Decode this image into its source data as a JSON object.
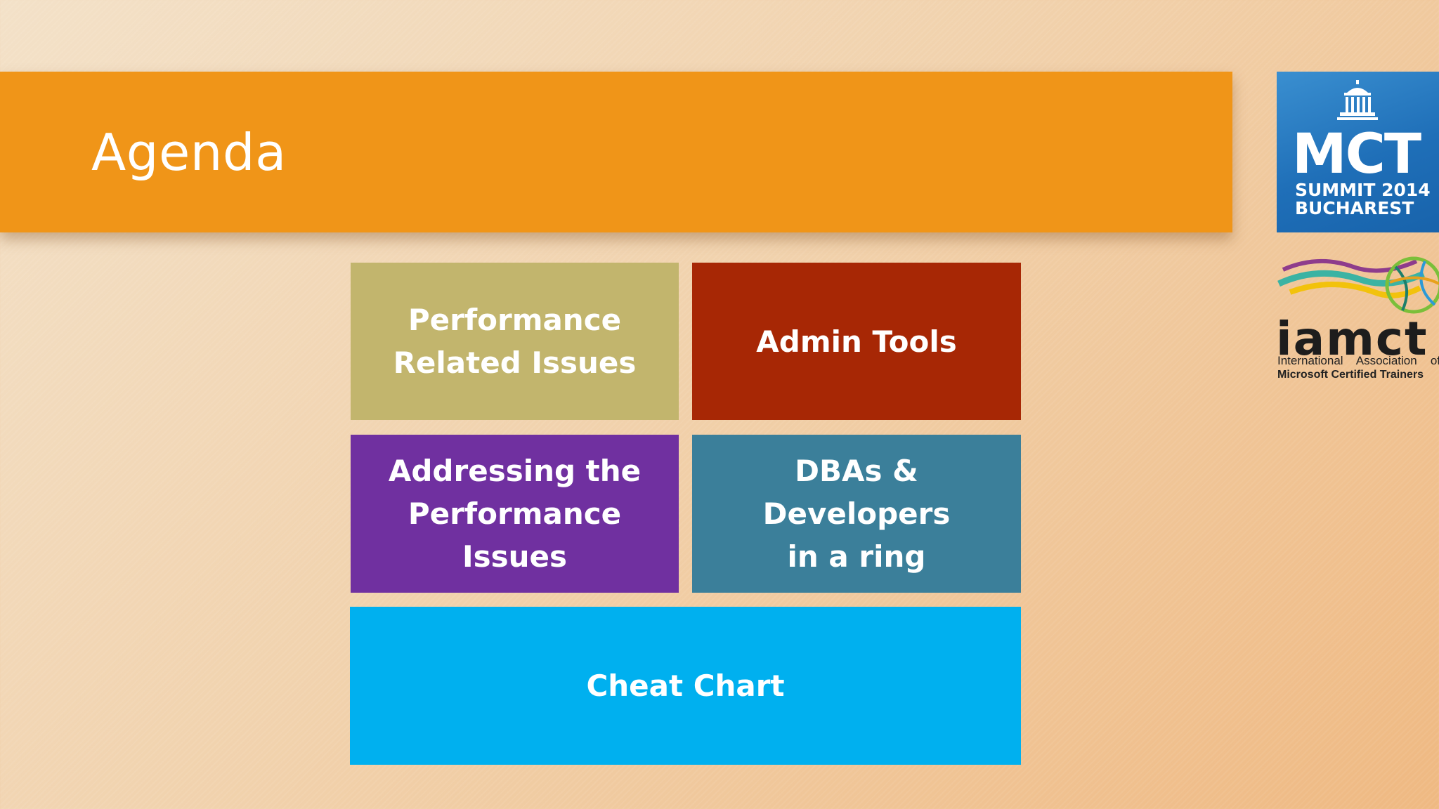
{
  "slide": {
    "title": "Agenda"
  },
  "tiles": [
    {
      "line1": "Performance",
      "line2": "Related Issues",
      "color": "#c2b56d"
    },
    {
      "line1": "Admin Tools",
      "line2": "",
      "color": "#a72705"
    },
    {
      "line1": "Addressing the",
      "line2": "Performance Issues",
      "color": "#7030a0"
    },
    {
      "line1": "DBAs & Developers",
      "line2": "in a ring",
      "color": "#3b7f9a"
    },
    {
      "line1": "Cheat Chart",
      "line2": "",
      "color": "#00b0ef"
    }
  ],
  "logos": {
    "mct": {
      "name": "MCT",
      "line1": "SUMMIT 2014",
      "line2": "BUCHAREST",
      "icon": "building-icon",
      "color": "#1f6fb8"
    },
    "iamct": {
      "name": "iamct",
      "line1": "International Association of",
      "line2": "Microsoft Certified Trainers",
      "icon": "swoosh-globe-icon"
    }
  },
  "theme": {
    "title_bar_color": "#f09518",
    "background": "#f1d2ad"
  }
}
